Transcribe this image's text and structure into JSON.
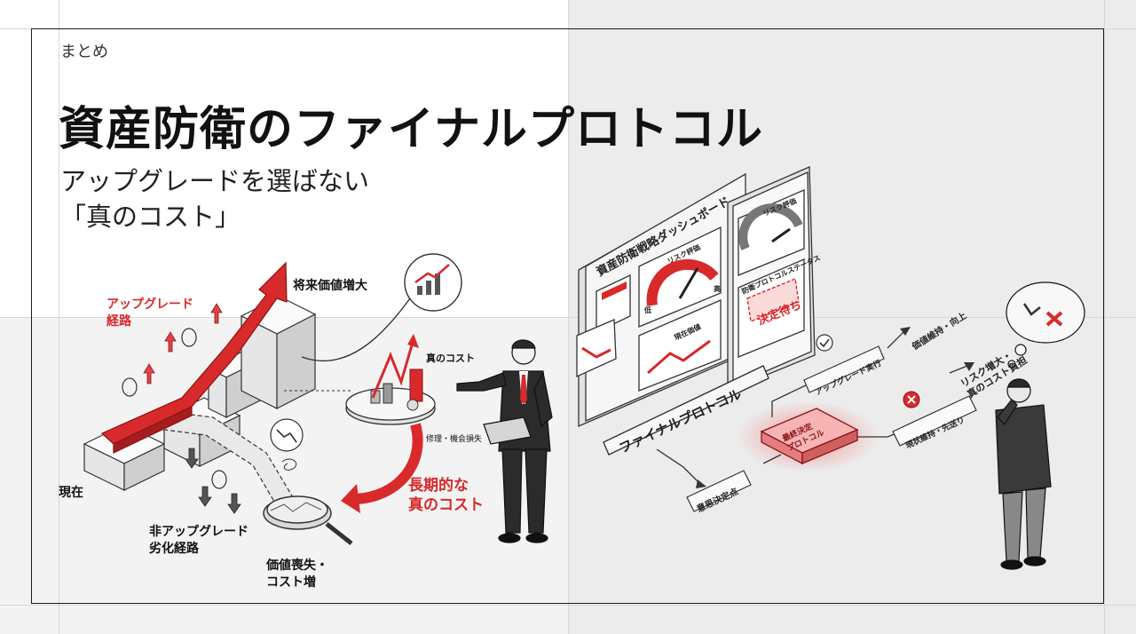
{
  "section_label": "まとめ",
  "title": "資産防衛のファイナルプロトコル",
  "subtitle": [
    "アップグレードを選ばない",
    "「真のコスト」"
  ],
  "left_diagram": {
    "upgrade_path": "アップグレード\n経路",
    "future_value": "将来価値増大",
    "current": "現在",
    "true_cost": "真のコスト",
    "repair_loss": "修理・機会損失",
    "long_term_cost": "長期的な\n真のコスト",
    "non_upgrade_path": "非アップグレード\n劣化経路",
    "value_loss": "価値喪失・\nコスト増"
  },
  "right_diagram": {
    "dashboard_title": "資産防衛戦略ダッシュボード",
    "risk_eval_1": "リスク評価",
    "risk_eval_2": "リスク評価",
    "gauge_low": "低",
    "gauge_high": "高",
    "current_value": "現在価値",
    "protocol_status": "防衛プロトコルステータス",
    "pending": "決定待ち",
    "final_protocol": "ファイナルプロトコル",
    "decision_point": "意思決定点",
    "final_decision": "最終決定\nプロトコル",
    "upgrade_exec": "アップグレード実行",
    "value_up": "価値維持・向上",
    "keep_current": "現状維持・先送り",
    "risk_up": "リスク増大・\n真のコスト負担"
  },
  "colors": {
    "accent": "#d8292b",
    "ink": "#1a1a1a"
  }
}
